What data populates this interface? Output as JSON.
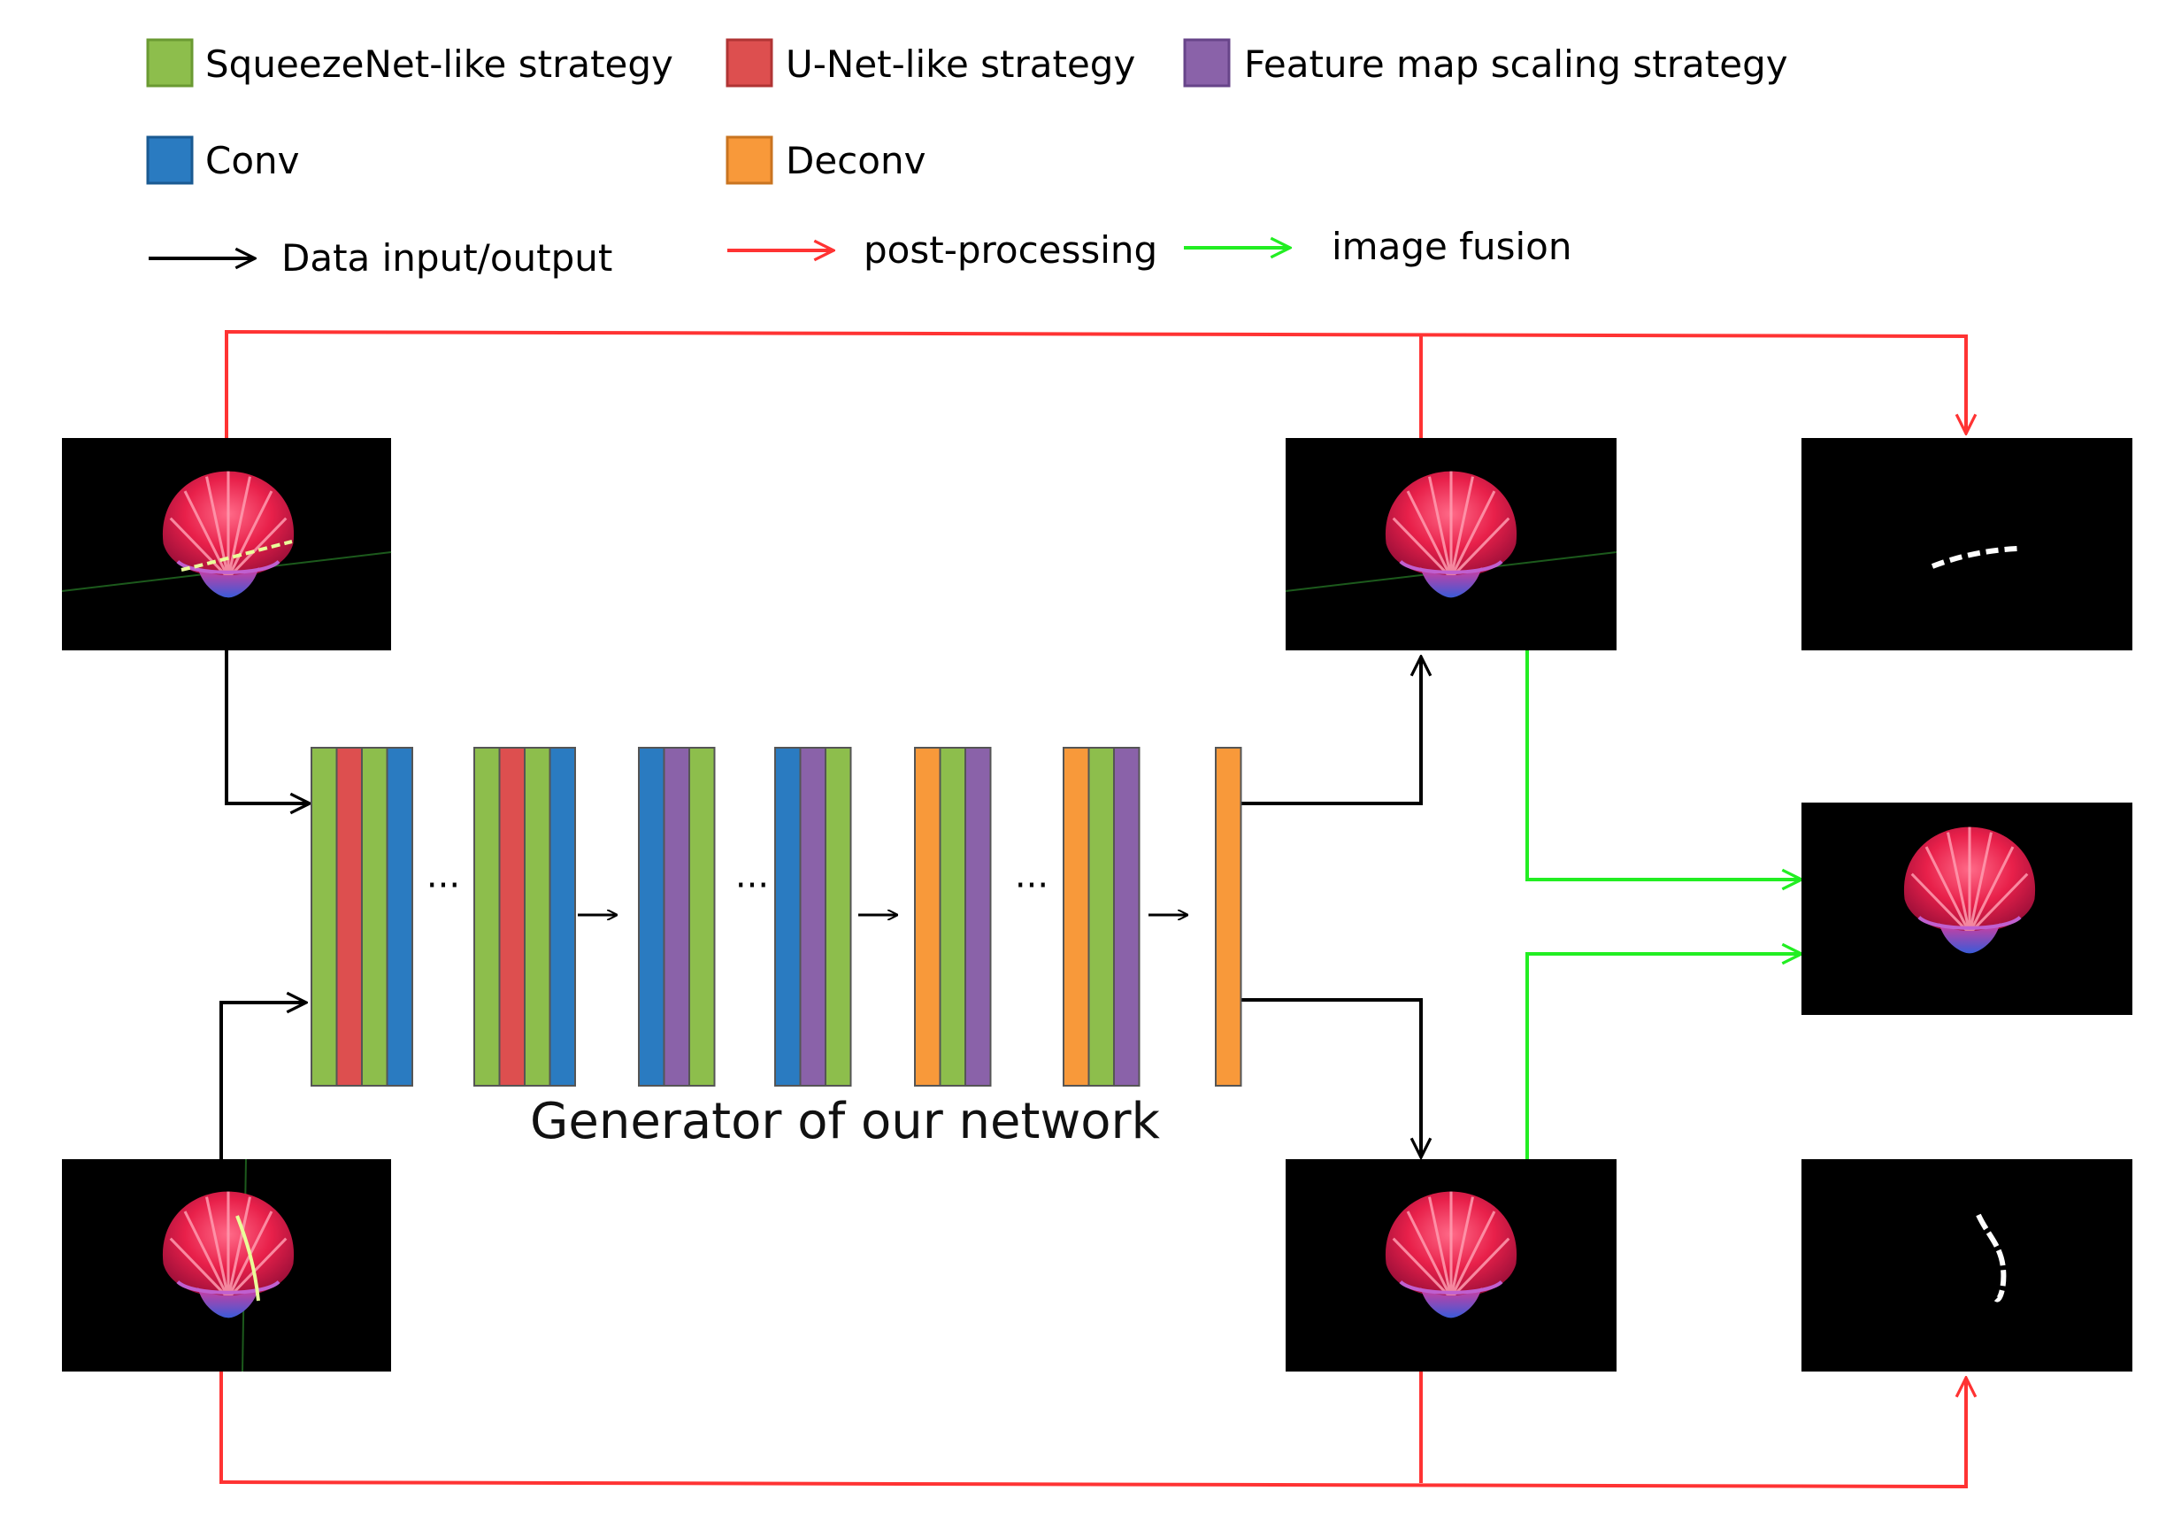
{
  "legend": {
    "squeezenet": {
      "label": "SqueezeNet-like  strategy",
      "color": "#8dbe4c"
    },
    "unet": {
      "label": "U-Net-like strategy",
      "color": "#dd4f4f"
    },
    "scaling": {
      "label": "Feature map scaling strategy",
      "color": "#8a62a9"
    },
    "conv": {
      "label": "Conv",
      "color": "#2a7bc1"
    },
    "deconv": {
      "label": "Deconv",
      "color": "#f8993a"
    },
    "data_io": {
      "label": "Data input/output",
      "color": "#000000"
    },
    "post": {
      "label": "post-processing",
      "color": "#ff3333"
    },
    "fusion": {
      "label": "image fusion",
      "color": "#22ee22"
    }
  },
  "generator": {
    "caption": "Generator of our network",
    "ellipsis": "···",
    "blocks": [
      [
        "squeezenet",
        "unet",
        "squeezenet",
        "conv"
      ],
      [
        "squeezenet",
        "unet",
        "squeezenet",
        "conv"
      ],
      [
        "conv",
        "scaling",
        "squeezenet"
      ],
      [
        "conv",
        "scaling",
        "squeezenet"
      ],
      [
        "deconv",
        "squeezenet",
        "scaling"
      ],
      [
        "deconv",
        "squeezenet",
        "scaling"
      ],
      [
        "deconv"
      ]
    ]
  }
}
